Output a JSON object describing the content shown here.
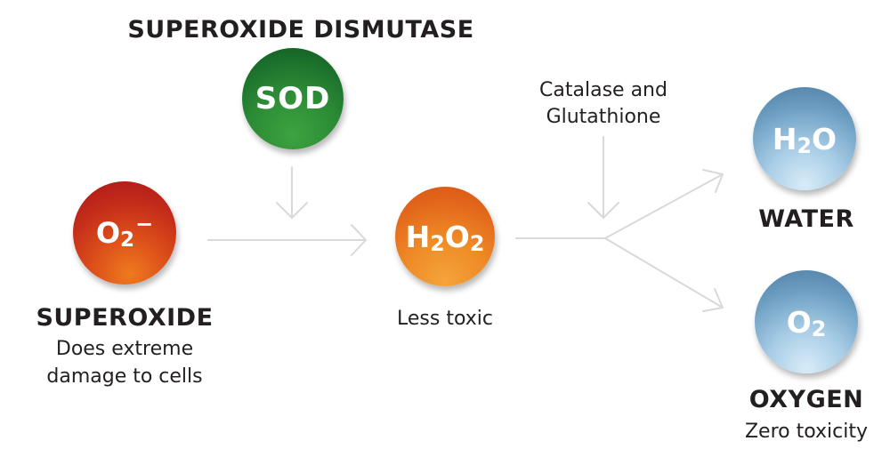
{
  "enzyme": {
    "title": "SUPEROXIDE DISMUTASE",
    "symbol": "SOD"
  },
  "superoxide": {
    "symbol_main": "O",
    "symbol_sub": "2",
    "symbol_sup": "−",
    "title": "SUPEROXIDE",
    "desc_line1": "Does extreme",
    "desc_line2": "damage to cells"
  },
  "peroxide": {
    "symbol_a": "H",
    "symbol_b": "2",
    "symbol_c": "O",
    "symbol_d": "2",
    "desc": "Less toxic"
  },
  "catalysts": {
    "line1": "Catalase and",
    "line2": "Glutathione"
  },
  "water": {
    "symbol_a": "H",
    "symbol_b": "2",
    "symbol_c": "O",
    "title": "WATER"
  },
  "oxygen": {
    "symbol_a": "O",
    "symbol_b": "2",
    "title": "OXYGEN",
    "desc": "Zero toxicity"
  },
  "colors": {
    "text": "#231f20",
    "arrow": "#d9d9d9",
    "sod": "#2b8a35",
    "superoxide": "#c42d1a",
    "peroxide": "#ef8a26",
    "product": "#6d9fc3"
  }
}
